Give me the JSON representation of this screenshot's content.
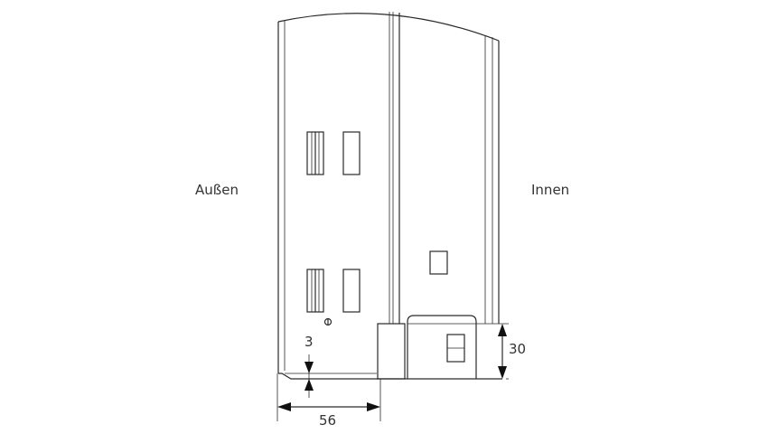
{
  "labels": {
    "outside": "Außen",
    "inside": "Innen"
  },
  "dimensions": {
    "gap": "3",
    "depth": "56",
    "height": "30"
  }
}
